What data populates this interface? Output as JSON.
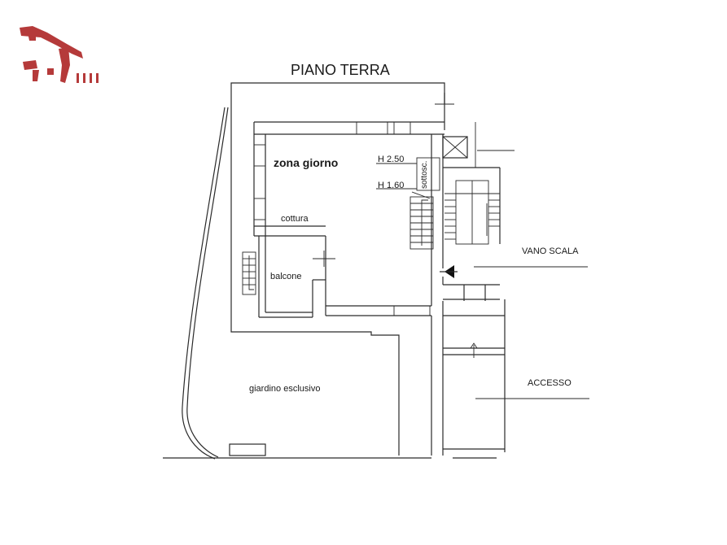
{
  "floor_title": "PIANO TERRA",
  "rooms": {
    "living": "zona giorno",
    "kitchen": "cottura",
    "balcony": "balcone",
    "garden": "giardino esclusivo",
    "understair": "sottosc.",
    "stairwell": "VANO SCALA",
    "entrance": "ACCESSO"
  },
  "heights": {
    "high": "H 2.50",
    "low": "H 1.60"
  },
  "colors": {
    "lines": "#2a2a2a",
    "logo": "#b53a3a",
    "background": "#ffffff"
  },
  "icons": {
    "logo": "house-logo-icon",
    "entry_arrow": "entry-arrow-icon",
    "elevator": "elevator-icon"
  }
}
